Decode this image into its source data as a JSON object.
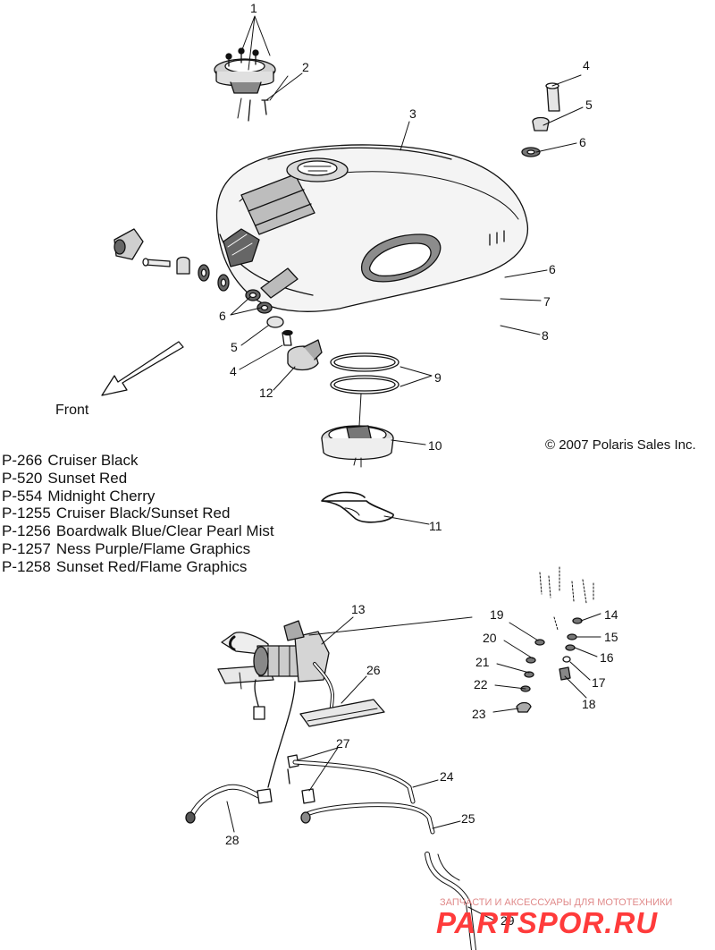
{
  "front_label": "Front",
  "copyright": "© 2007 Polaris Sales Inc.",
  "color_options": [
    {
      "code": "P-266",
      "name": "Cruiser Black"
    },
    {
      "code": "P-520",
      "name": "Sunset Red"
    },
    {
      "code": "P-554",
      "name": "Midnight Cherry"
    },
    {
      "code": "P-1255",
      "name": "Cruiser Black/Sunset Red"
    },
    {
      "code": "P-1256",
      "name": "Boardwalk Blue/Clear Pearl Mist"
    },
    {
      "code": "P-1257",
      "name": "Ness Purple/Flame Graphics"
    },
    {
      "code": "P-1258",
      "name": "Sunset Red/Flame Graphics"
    }
  ],
  "callouts": [
    "1",
    "2",
    "3",
    "4",
    "5",
    "6",
    "6",
    "7",
    "8",
    "6",
    "5",
    "4",
    "12",
    "9",
    "10",
    "11",
    "13",
    "14",
    "15",
    "16",
    "17",
    "18",
    "19",
    "20",
    "21",
    "22",
    "23",
    "26",
    "27",
    "24",
    "25",
    "28",
    "29"
  ],
  "watermark": {
    "tagline": "ЗАПЧАСТИ И АКСЕССУАРЫ ДЛЯ МОТОТЕХНИКИ",
    "logo": "PARTSPOR.RU"
  },
  "colors": {
    "line": "#111111",
    "watermark": "#ff3b3b"
  }
}
